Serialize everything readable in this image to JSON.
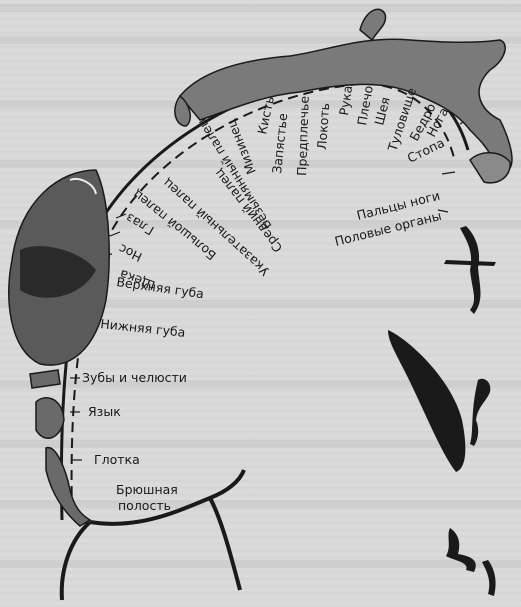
{
  "title": "",
  "colors": {
    "ink": "#1a1a1a",
    "paper": "#d9d9d9",
    "shade": "#8a8a8a"
  },
  "labels": {
    "palcy_nogi": "Пальцы ноги",
    "polovye_organy": "Половые органы",
    "stopa": "Стопа",
    "noga": "Нога",
    "bedro": "Бедро",
    "tulovische": "Туловище",
    "sheya": "Шея",
    "plecho": "Плечо",
    "ruka": "Рука",
    "lokot": "Локоть",
    "predplechye": "Предплечье",
    "zapyastye": "Запястье",
    "kist": "Кисть",
    "mizinets": "Мизинец",
    "bezymyanny": "Безымянный палец",
    "sredny": "Средний палец",
    "ukazatelny": "Указательный палец",
    "bolshoy": "Большой палец",
    "glaz": "Глаз",
    "nos": "Нос",
    "scheka": "Щека",
    "verkhnyaya_guba": "Верхняя губа",
    "nizhnyaya_guba": "Нижняя губа",
    "zuby": "Зубы и челюсти",
    "yazyk": "Язык",
    "glotka": "Глотка",
    "bryushnaya": "Брюшная",
    "polost": "полость"
  }
}
